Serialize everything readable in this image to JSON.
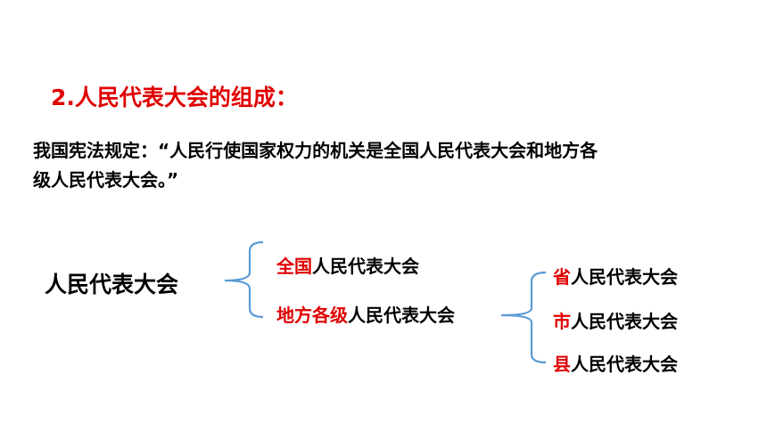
{
  "heading": "2.人民代表大会的组成：",
  "law_text": {
    "line1": "我国宪法规定：“人民行使国家权力的机关是全国人民代表大会和地方各",
    "line2": "级人民代表大会。”"
  },
  "diagram": {
    "root": "人民代表大会",
    "national": {
      "highlight": "全国",
      "rest": "人民代表大会"
    },
    "local": {
      "highlight": "地方各级",
      "rest": "人民代表大会"
    },
    "local_children": [
      {
        "highlight": "省",
        "rest": "人民代表大会"
      },
      {
        "highlight": "市",
        "rest": "人民代表大会"
      },
      {
        "highlight": "县",
        "rest": "人民代表大会"
      }
    ]
  },
  "colors": {
    "highlight": "#e00000",
    "brace": "#5b9bd5",
    "text": "#000000"
  }
}
